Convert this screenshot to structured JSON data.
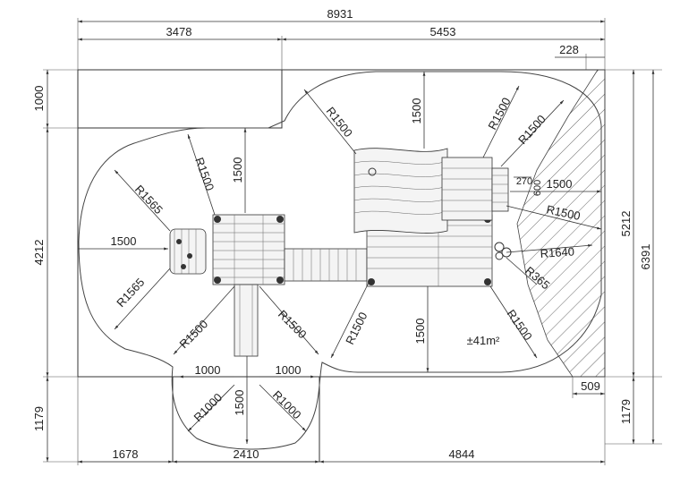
{
  "dimensions": {
    "total_width": "8931",
    "top_left_width": "3478",
    "top_right_width": "5453",
    "corner_offset": "228",
    "top_notch_height": "1000",
    "left_height": "4212",
    "bottom_left_height": "1179",
    "right_height_upper": "5212",
    "right_height_total": "6391",
    "right_bottom_height": "1179",
    "bottom_left_width": "1678",
    "bottom_mid_width": "2410",
    "bottom_right_width": "4844",
    "right_small_offset": "509",
    "small_270": "270",
    "small_600": "600"
  },
  "radii": {
    "r1565_top": "R1565",
    "r1565_bottom": "R1565",
    "r1500_left_top": "R1500",
    "r1500_top_mid": "R1500",
    "r1500_top_right_a": "R1500",
    "r1500_top_right_b": "R1500",
    "r1500_right": "R1500",
    "r1640": "R1640",
    "r365": "R365",
    "r1500_bottom_right": "R1500",
    "r1500_mid_bottom": "R1500",
    "r1500_slide_left": "R1500",
    "r1500_slide_right": "R1500",
    "r1000_left": "R1000",
    "r1000_right": "R1000"
  },
  "inner_dims": {
    "d1500_left": "1500",
    "d1500_left_vertical": "1500",
    "d1500_top": "1500",
    "d1500_right": "1500",
    "d1500_center_bottom": "1500",
    "d1500_slide": "1500",
    "d1000_left": "1000",
    "d1000_right": "1000"
  },
  "area_label": "±41m²"
}
